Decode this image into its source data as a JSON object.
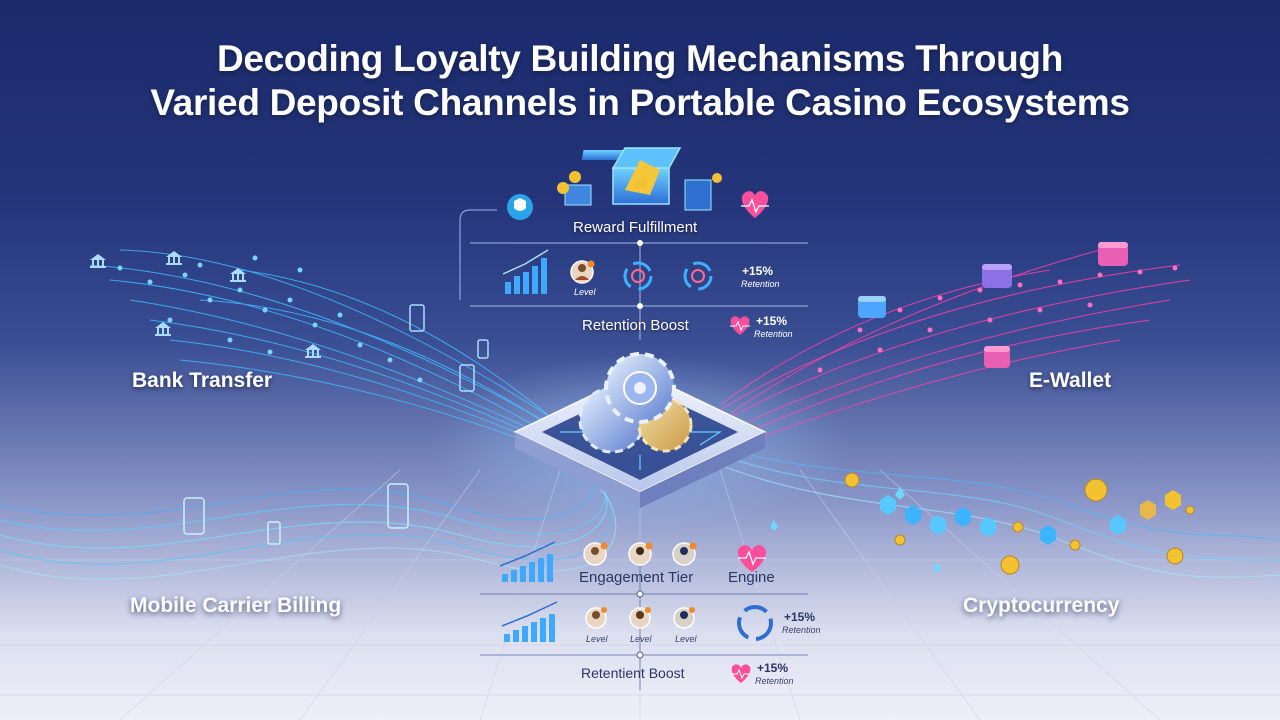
{
  "title_line1": "Decoding Loyalty Building Mechanisms Through",
  "title_line2": "Varied Deposit Channels in Portable Casino Ecosystems",
  "channels": {
    "bank": "Bank Transfer",
    "ewallet": "E-Wallet",
    "mobile": "Mobile Carrier Billing",
    "crypto": "Cryptocurrency"
  },
  "top_panel": {
    "reward": "Reward Fulfillment",
    "retention": "Retention Boost",
    "level": "Level",
    "pct1": "+15%",
    "pct1_sub": "Retention",
    "pct2": "+15%",
    "pct2_sub": "Retention"
  },
  "bottom_panel": {
    "engagement": "Engagement Tier",
    "engine": "Engine",
    "level1": "Level",
    "level2": "Level",
    "level3": "Level",
    "pct1": "+15%",
    "pct1_sub": "Retention",
    "retentient": "Retentient Boost",
    "pct2": "+15%",
    "pct2_sub": "Retention"
  },
  "colors": {
    "bank_stream": "#3fb8ff",
    "ewallet_stream": "#ff3fa8",
    "crypto_coin": "#f2c230",
    "hub": "#cfe3ff"
  },
  "icons": [
    "bank-icon",
    "phone-icon",
    "wallet-icon",
    "coin-icon",
    "gear-icon",
    "chest-icon",
    "heart-icon",
    "bar-chart-icon",
    "avatar-icon",
    "cycle-icon"
  ]
}
